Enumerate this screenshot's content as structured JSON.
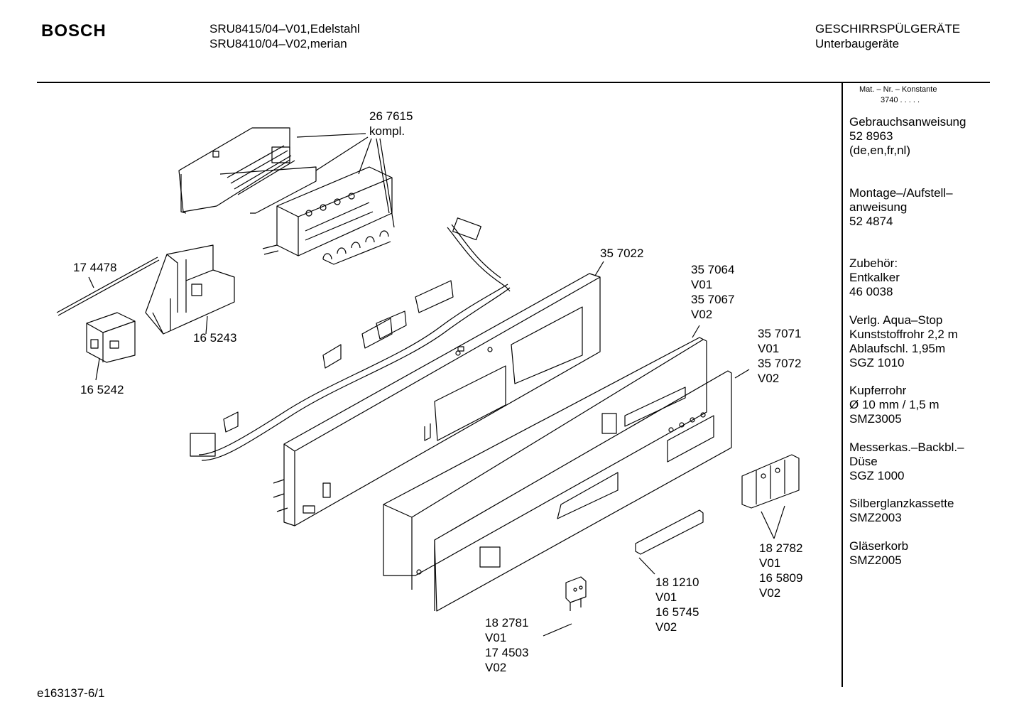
{
  "header": {
    "brand": "BOSCH",
    "model_line_1": "SRU8415/04–V01,Edelstahl",
    "model_line_2": "SRU8410/04–V02,merian",
    "category_line_1": "GESCHIRRSPÜLGERÄTE",
    "category_line_2": "Unterbaugeräte"
  },
  "sidebar": {
    "mat_heading": "Mat. – Nr. – Konstante",
    "mat_value": "3740  .   .   .   .   .",
    "items": [
      {
        "lines": [
          "Gebrauchsanweisung",
          "52 8963",
          "(de,en,fr,nl)"
        ]
      },
      {
        "lines": [
          "Montage–/Aufstell–",
          "anweisung",
          "52 4874"
        ]
      },
      {
        "lines": [
          "Zubehör:",
          "Entkalker",
          "46 0038"
        ]
      },
      {
        "lines": [
          "Verlg. Aqua–Stop",
          "Kunststoffrohr 2,2 m",
          "Ablaufschl. 1,95m",
          "SGZ 1010"
        ]
      },
      {
        "lines": [
          "Kupferrohr",
          "Ø 10 mm / 1,5 m",
          "SMZ3005"
        ]
      },
      {
        "lines": [
          "Messerkas.–Backbl.–",
          "Düse",
          "SGZ 1000"
        ]
      },
      {
        "lines": [
          "Silberglanzkassette",
          "SMZ2003"
        ]
      },
      {
        "lines": [
          "Gläserkorb",
          "SMZ2005"
        ]
      }
    ]
  },
  "callouts": [
    {
      "lines": [
        "26 7615",
        "kompl."
      ]
    },
    {
      "lines": [
        "17 4478"
      ]
    },
    {
      "lines": [
        "16 5243"
      ]
    },
    {
      "lines": [
        "16 5242"
      ]
    },
    {
      "lines": [
        "35 7022"
      ]
    },
    {
      "lines": [
        "35 7064",
        "V01",
        "35 7067",
        "V02"
      ]
    },
    {
      "lines": [
        "35 7071",
        "V01",
        "35 7072",
        "V02"
      ]
    },
    {
      "lines": [
        "18 2782",
        "V01",
        "16 5809",
        "V02"
      ]
    },
    {
      "lines": [
        "18 1210",
        "V01",
        "16 5745",
        "V02"
      ]
    },
    {
      "lines": [
        "18 2781",
        "V01",
        "17 4503",
        "V02"
      ]
    }
  ],
  "footer": {
    "drawing_id": "e163137-6/1"
  }
}
